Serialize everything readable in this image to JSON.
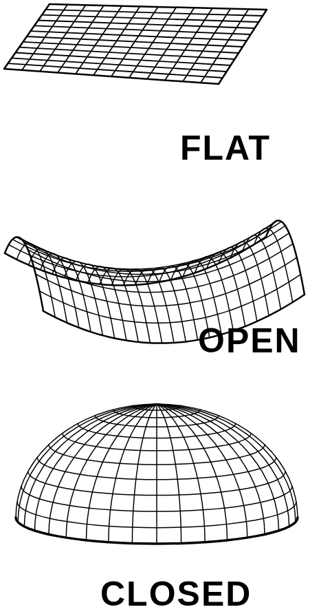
{
  "diagram": {
    "labels": [
      "FLAT",
      "OPEN",
      "CLOSED"
    ]
  }
}
